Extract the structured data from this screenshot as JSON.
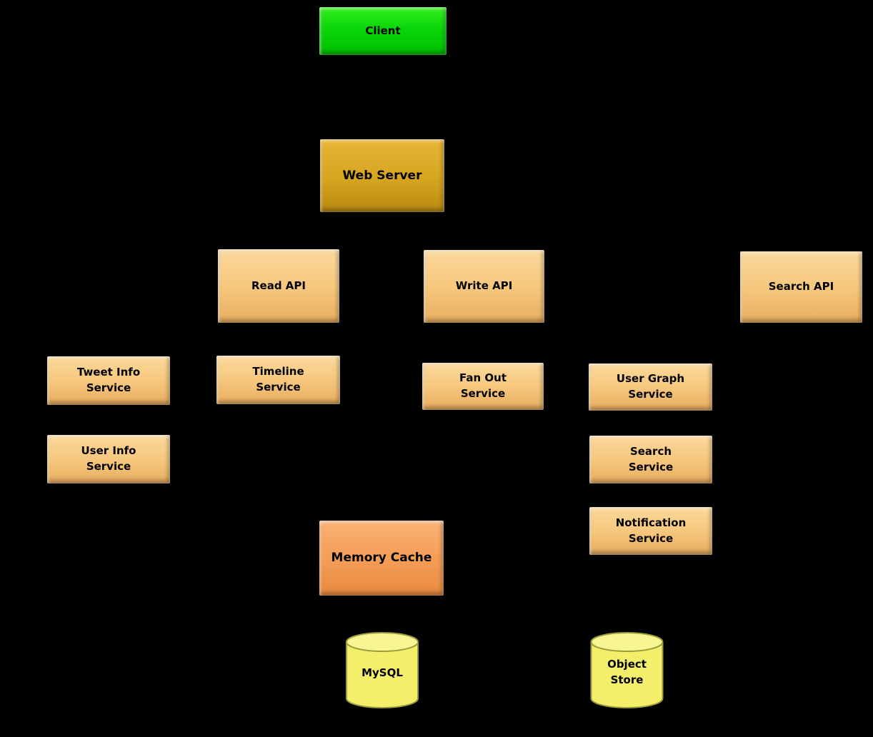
{
  "diagram": {
    "background_color": "#000000",
    "colors": {
      "client": "#0ad60a",
      "web_server": "#d6a41f",
      "api_service": "#f6c87e",
      "memory_cache": "#f49c55",
      "datastore": "#f3ef6b",
      "text": "#000000"
    },
    "nodes": {
      "client": {
        "label": "Client"
      },
      "web_server": {
        "label": "Web Server"
      },
      "read_api": {
        "label": "Read API"
      },
      "write_api": {
        "label": "Write API"
      },
      "search_api": {
        "label": "Search API"
      },
      "tweet_info_service": {
        "label": "Tweet Info\nService"
      },
      "timeline_service": {
        "label": "Timeline\nService"
      },
      "fan_out_service": {
        "label": "Fan Out\nService"
      },
      "user_graph_service": {
        "label": "User Graph\nService"
      },
      "user_info_service": {
        "label": "User Info\nService"
      },
      "search_service": {
        "label": "Search\nService"
      },
      "notification_service": {
        "label": "Notification\nService"
      },
      "memory_cache": {
        "label": "Memory Cache"
      },
      "mysql": {
        "label": "MySQL"
      },
      "object_store": {
        "label": "Object\nStore"
      }
    }
  }
}
